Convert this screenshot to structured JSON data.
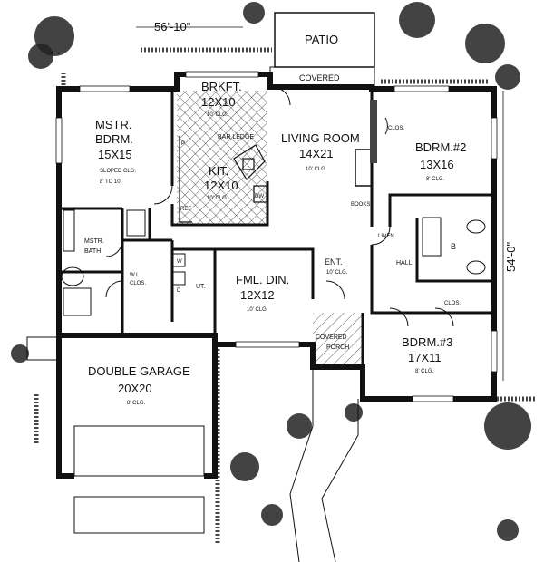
{
  "plan": {
    "overall_width": "56'-10\"",
    "overall_depth": "54'-0\"",
    "patio": "PATIO",
    "covered": "COVERED",
    "brkft": {
      "name": "BRKFT.",
      "size": "12X10",
      "ceiling": "10' CLG."
    },
    "kit": {
      "name": "KIT.",
      "size": "12X10",
      "ceiling": "10' CLG.",
      "bar_ledge": "BAR LEDGE",
      "p": "P",
      "ref": "REF",
      "dw": "DW"
    },
    "living": {
      "name": "LIVING ROOM",
      "size": "14X21",
      "ceiling": "10' CLG.",
      "books": "BOOKS"
    },
    "master": {
      "name_line1": "MSTR.",
      "name_line2": "BDRM.",
      "size": "15X15",
      "ceiling_line1": "SLOPED CLG.",
      "ceiling_line2": "8' TO 10'"
    },
    "master_bath": {
      "line1": "MSTR.",
      "line2": "BATH"
    },
    "wic": {
      "line1": "W.I.",
      "line2": "CLOS."
    },
    "bdrm2": {
      "name": "BDRM.#2",
      "size": "13X16",
      "ceiling": "8' CLG.",
      "clos": "CLOS."
    },
    "bdrm3": {
      "name": "BDRM.#3",
      "size": "17X11",
      "ceiling": "8' CLG.",
      "clos": "CLOS."
    },
    "fml_din": {
      "name": "FML. DIN.",
      "size": "12X12",
      "ceiling": "10' CLG."
    },
    "ent": {
      "name": "ENT.",
      "ceiling": "10' CLG."
    },
    "porch": {
      "line1": "COVERED",
      "line2": "PORCH"
    },
    "garage": {
      "name": "DOUBLE GARAGE",
      "size": "20X20",
      "ceiling": "8' CLG."
    },
    "laundry": {
      "w": "W",
      "d": "D",
      "ut": "UT."
    },
    "hall": "HALL",
    "linen": "LINEN",
    "bath_b": "B"
  }
}
